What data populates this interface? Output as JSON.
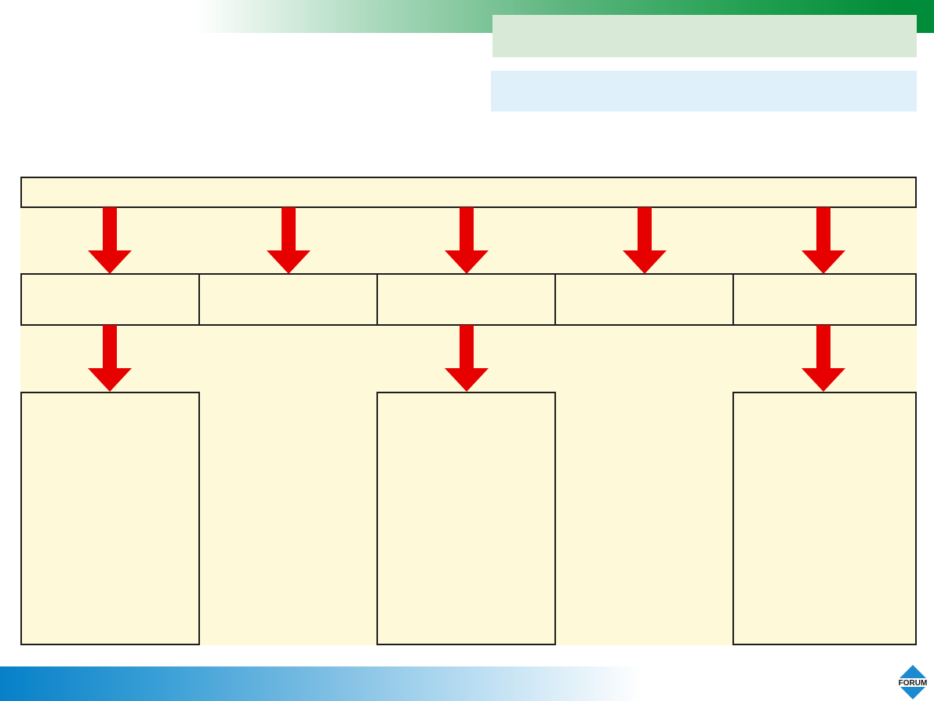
{
  "slide": {
    "title": "",
    "subtitle": "",
    "colors": {
      "top_band_end": "#008c39",
      "title_box": "#d8ead7",
      "subtitle_box": "#dff0fb",
      "diagram_fill": "#fef9d8",
      "box_border": "#1e1e1e",
      "arrow": "#e60000",
      "bottom_band_start": "#0680c8"
    }
  },
  "diagram": {
    "top_box": {
      "label": ""
    },
    "level2_boxes": [
      {
        "label": ""
      },
      {
        "label": ""
      },
      {
        "label": ""
      },
      {
        "label": ""
      },
      {
        "label": ""
      }
    ],
    "level3_boxes": [
      {
        "column": 1,
        "label": ""
      },
      {
        "column": 3,
        "label": ""
      },
      {
        "column": 5,
        "label": ""
      }
    ],
    "arrows": {
      "top_to_level2": 5,
      "level2_to_level3": 3,
      "icon": "arrow-down-icon"
    }
  },
  "logo": {
    "text": "FORUM",
    "icon": "forum-diamond-logo"
  }
}
